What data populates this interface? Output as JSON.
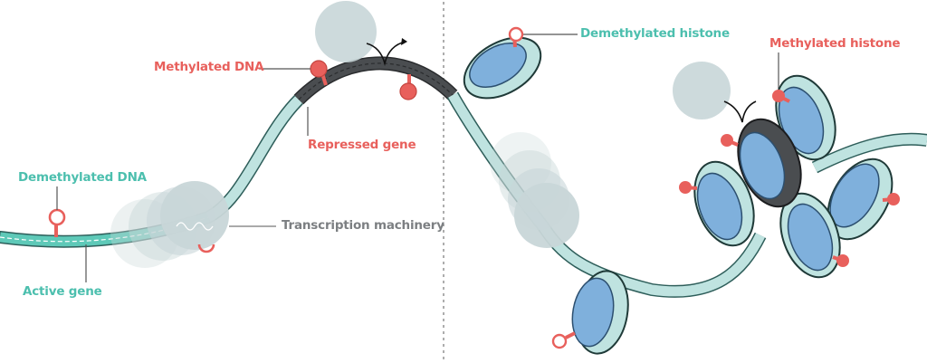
{
  "labels": {
    "methylated_dna": "Methylated DNA",
    "repressed_gene": "Repressed gene",
    "demethylated_dna": "Demethylated DNA",
    "active_gene": "Active gene",
    "transcription_machinery": "Transcription machinery",
    "demethylated_histone": "Demethylated histone",
    "methylated_histone": "Methylated histone"
  },
  "colors": {
    "teal": "#4cbfae",
    "red": "#e8605c",
    "grey": "#7c7f82",
    "dna_active": "#5ec9b8",
    "dna_repressed": "#4a4d50",
    "histone": "#7fb0dc",
    "machinery": "#c8d6d8"
  }
}
